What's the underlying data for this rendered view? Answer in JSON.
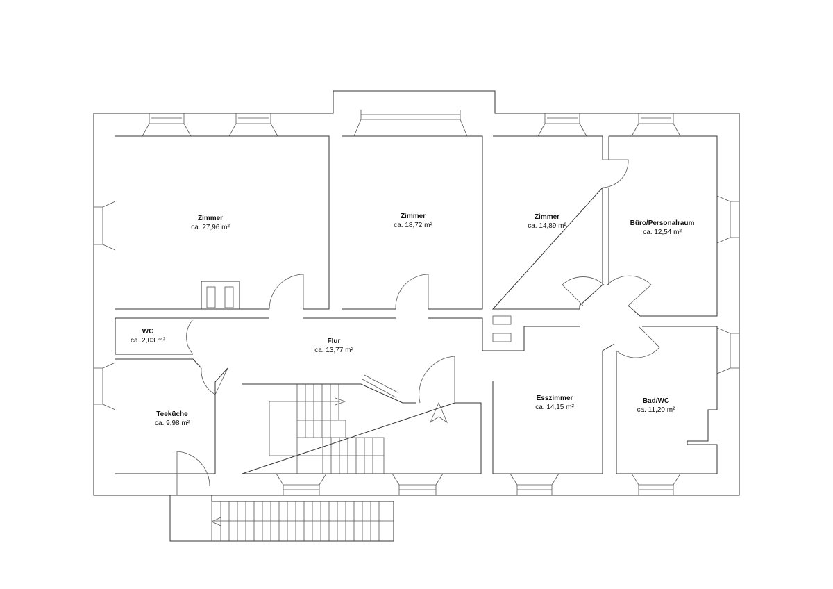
{
  "plan": {
    "rooms": [
      {
        "name": "Zimmer",
        "area": "ca. 27,96 m²"
      },
      {
        "name": "Zimmer",
        "area": "ca. 18,72 m²"
      },
      {
        "name": "Zimmer",
        "area": "ca. 14,89 m²"
      },
      {
        "name": "Büro/Personalraum",
        "area": "ca. 12,54 m²"
      },
      {
        "name": "WC",
        "area": "ca. 2,03 m²"
      },
      {
        "name": "Flur",
        "area": "ca. 13,77 m²"
      },
      {
        "name": "Teeküche",
        "area": "ca. 9,98 m²"
      },
      {
        "name": "Esszimmer",
        "area": "ca. 14,15 m²"
      },
      {
        "name": "Bad/WC",
        "area": "ca. 11,20 m²"
      }
    ],
    "line_color": "#333333"
  }
}
